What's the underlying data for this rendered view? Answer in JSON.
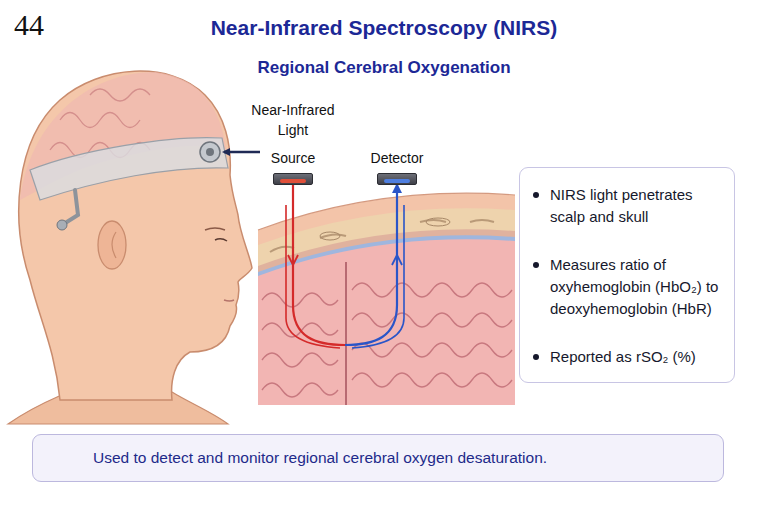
{
  "diagram": {
    "title": "Near-Infrared Spectroscopy (NIRS)",
    "nodes": [
      {
        "text": [
          "Source"
        ]
      },
      {
        "text": [
          "Detector"
        ]
      },
      {
        "text": [
          "NIRS light penetrates scalp and skull",
          "Measures ratio of oxyhemoglobin (HbO₂) to deoxyhemoglobin (HbR)",
          "Reported as rSO₂ (%)"
        ]
      },
      {
        "text": [
          "Used to detect and monitor regional cerebral oxygen desaturation."
        ]
      }
    ],
    "edges": [
      {
        "from": 0,
        "to": 1,
        "arrow": "to"
      }
    ],
    "labels": [
      "44",
      "Regional Cerebral Oxygenation",
      "Near-Infrared Light"
    ]
  }
}
